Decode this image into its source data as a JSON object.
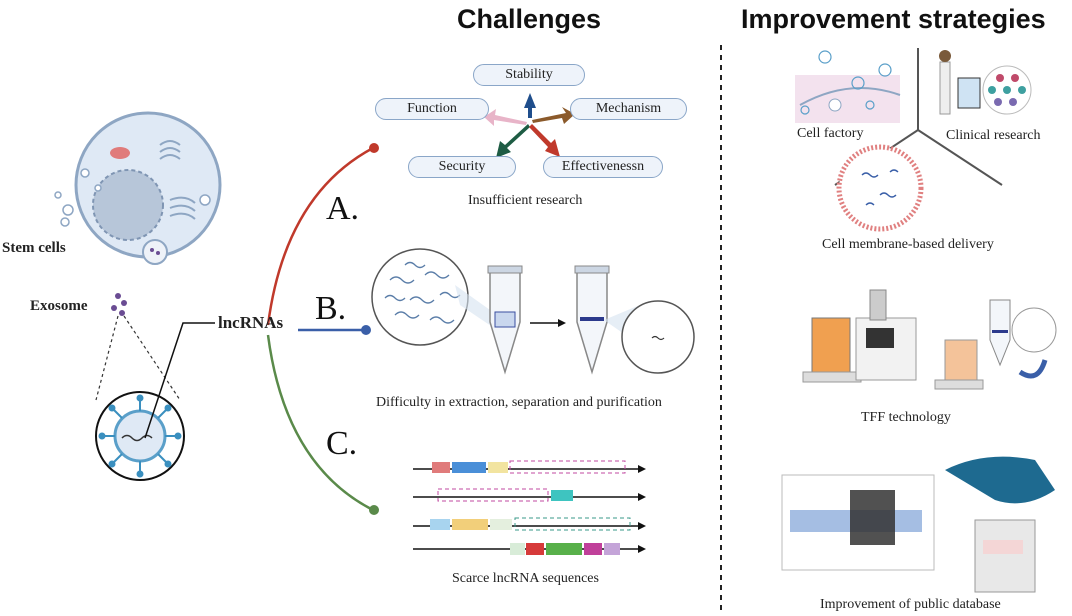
{
  "titles": {
    "challenges": "Challenges",
    "strategies": "Improvement strategies"
  },
  "left": {
    "stem_cells": "Stem cells",
    "exosome": "Exosome",
    "lncrnas": "lncRNAs"
  },
  "branches": {
    "a": "A.",
    "b": "B.",
    "c": "C."
  },
  "challenge_a": {
    "pills": [
      "Stability",
      "Function",
      "Mechanism",
      "Security",
      "Effectivenessn"
    ],
    "caption": "Insufficient research"
  },
  "challenge_b": {
    "caption": "Difficulty in extraction, separation and purification"
  },
  "challenge_c": {
    "caption": "Scarce lncRNA sequences"
  },
  "strategies": {
    "cell_factory": "Cell factory",
    "clinical_research": "Clinical research",
    "membrane_delivery": "Cell membrane-based delivery",
    "tff": "TFF technology",
    "database": "Improvement of public database"
  },
  "colors": {
    "branch_a": "#c0392b",
    "branch_b": "#3a5fa8",
    "branch_c": "#5a8a4a",
    "arrow_up": "#1f4e8c",
    "arrow_right": "#8b5a2b",
    "arrow_left": "#e8b4c8",
    "arrow_downleft": "#1e5c44",
    "arrow_downright": "#c0392b"
  }
}
